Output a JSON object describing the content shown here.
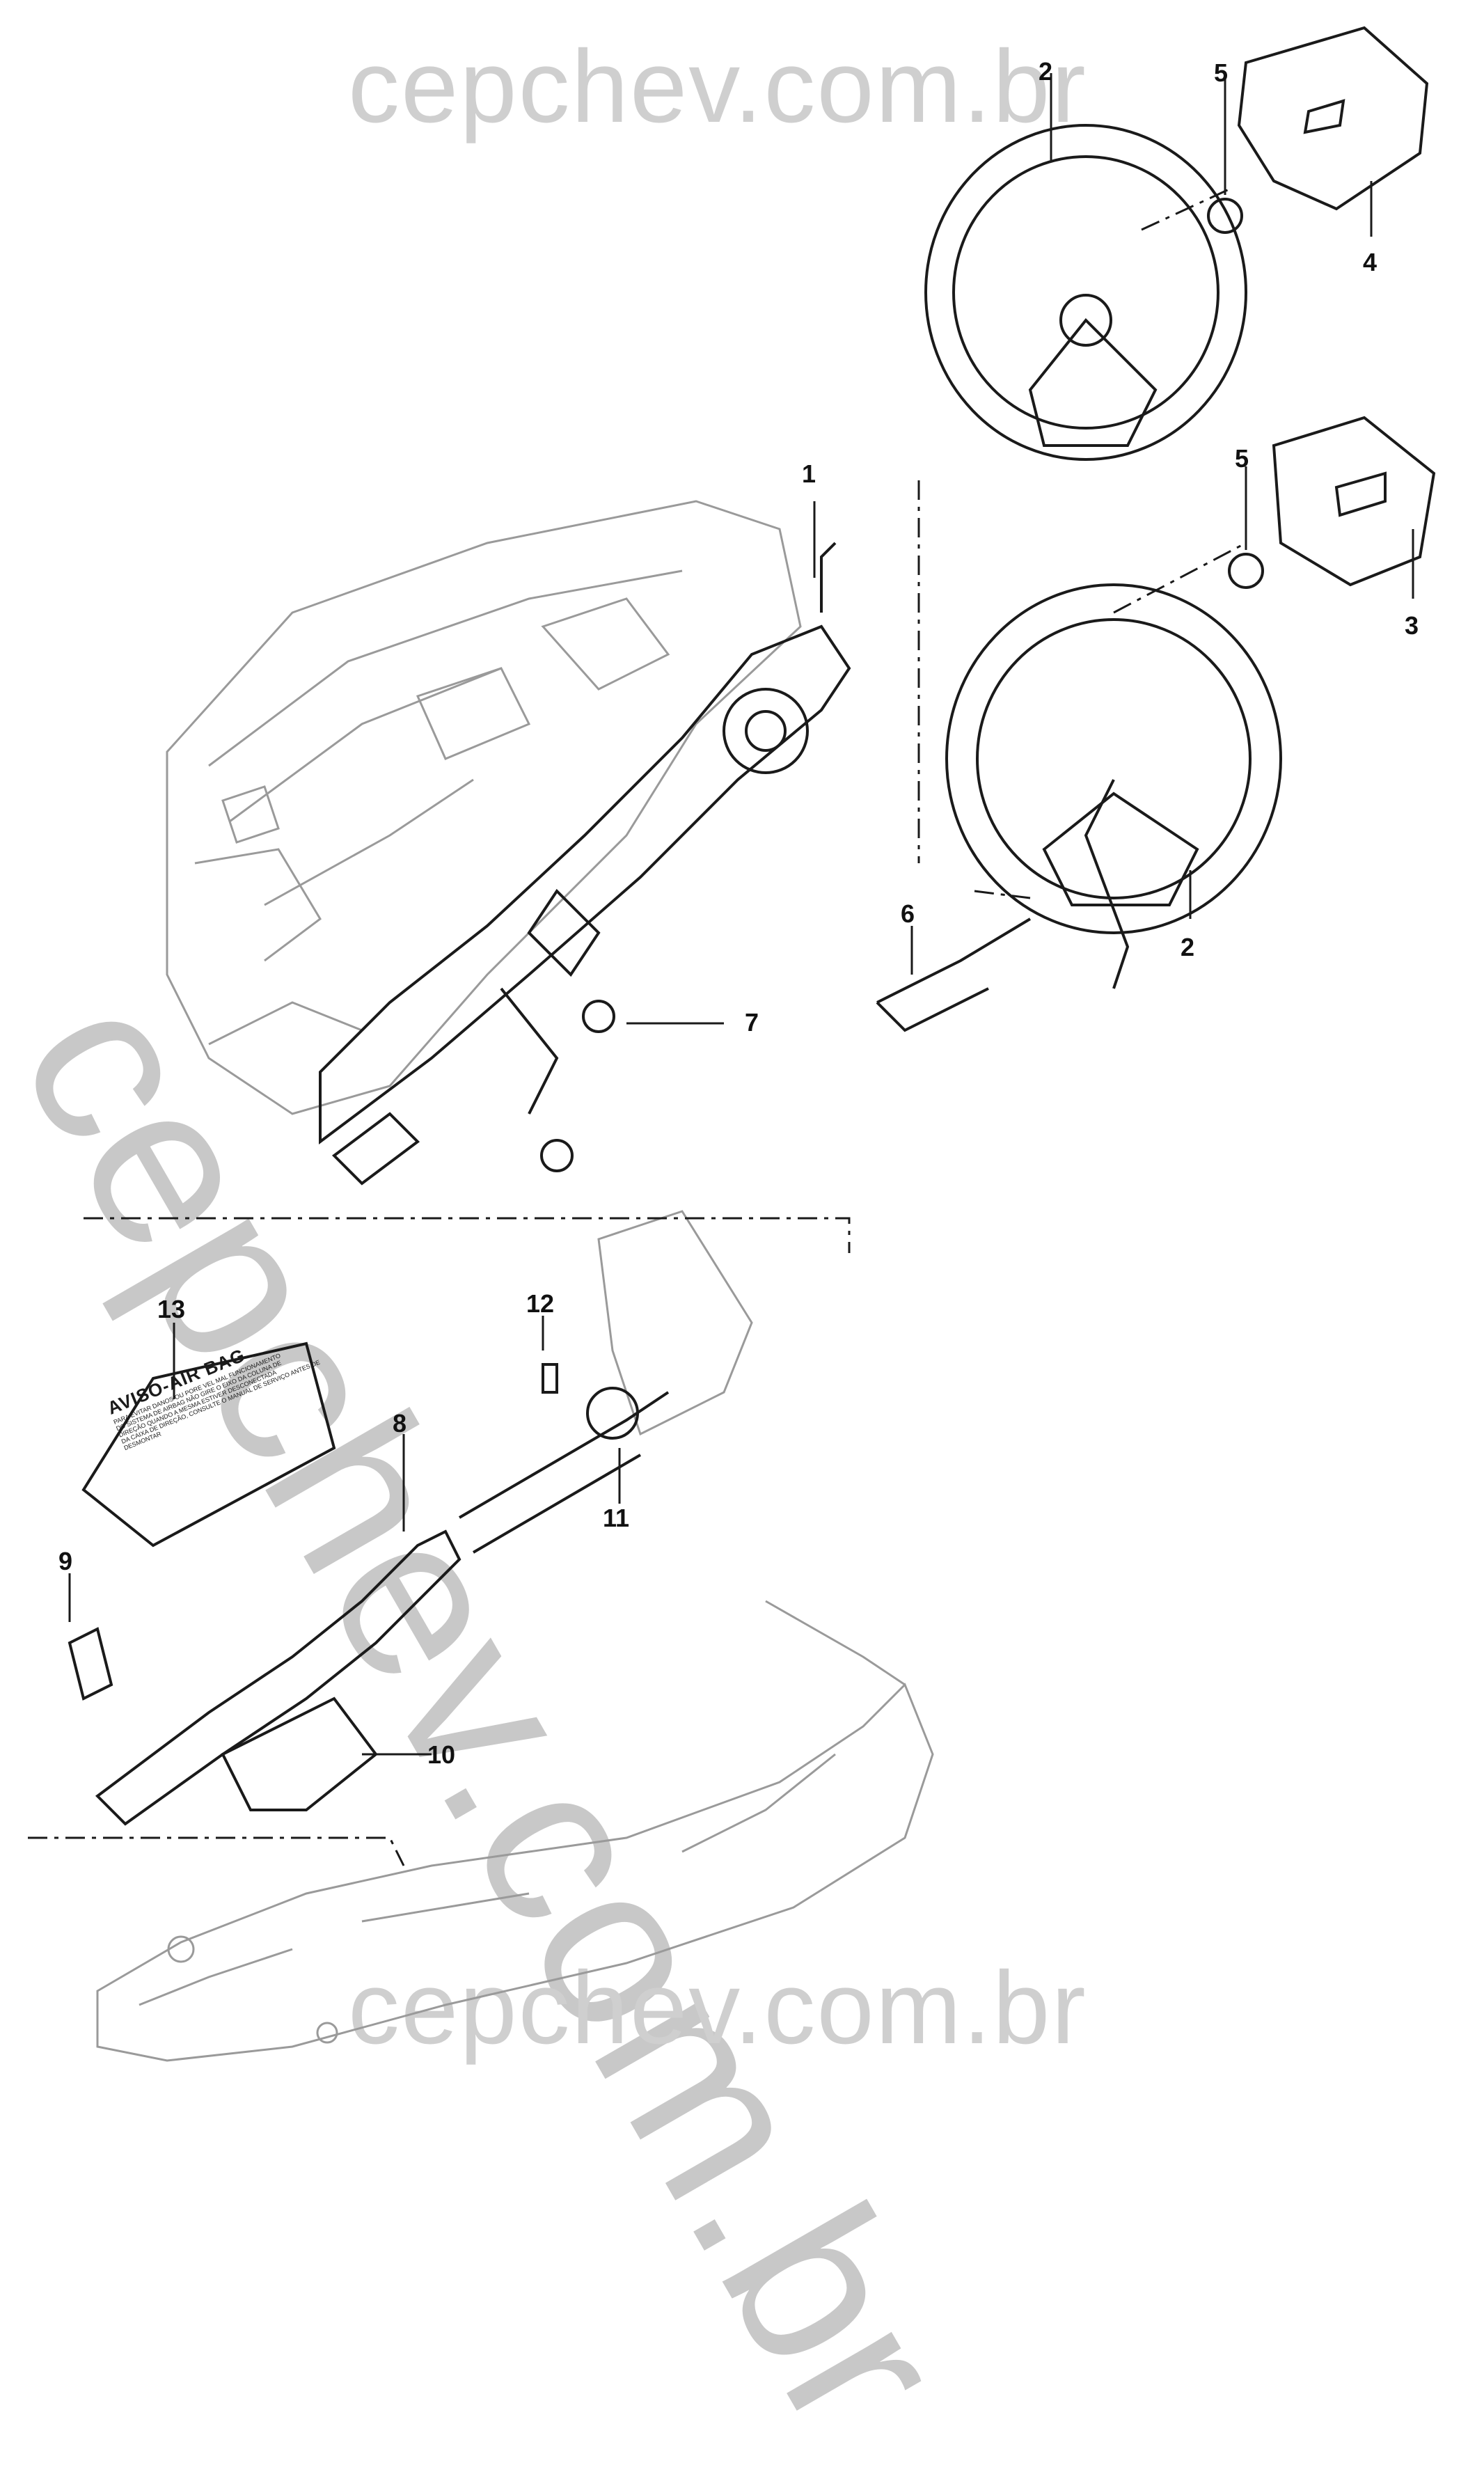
{
  "watermark": {
    "top": "cepchev.com.br",
    "diagonal": "cepchev.com.br",
    "bottom": "cepchev.com.br"
  },
  "callouts": [
    "1",
    "2",
    "2",
    "3",
    "4",
    "5",
    "5",
    "6",
    "7",
    "8",
    "9",
    "10",
    "11",
    "12",
    "13"
  ],
  "warning_label": {
    "title": "AVISO-AIR BAG",
    "body": [
      "PARA EVITAR DANOS OU PORE VEL MAL FUNCIONAMENTO",
      "DO SISTEMA DE AIRBAG NÃO GIRE O EIXO DA COLUNA DE",
      "DIREÇÃO QUANDO A MESMA ESTIVER DESCONECTADA",
      "DA CAIXA DE DIREÇÃO, CONSULTE O MANUAL DE SERVIÇO ANTES DE",
      "DESMONTAR"
    ]
  },
  "colors": {
    "line": "#1a1a1a",
    "ghost_line": "#9a9a9a",
    "watermark": "#cfcfcf"
  }
}
